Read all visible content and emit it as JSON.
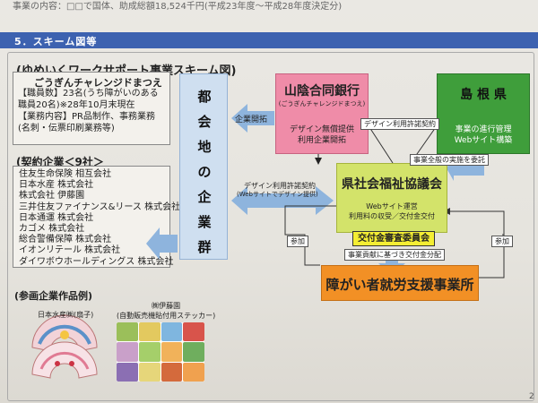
{
  "top_text": "事業の内容：□□で国体、助成総額18,524千円(平成23年度～平成28年度決定分)",
  "section": {
    "title": "5．スキーム図等"
  },
  "scheme_title": "(ゆめいくワークサポート事業スキーム図)",
  "office_info": {
    "name": "ごうぎんチャレンジドまつえ",
    "text": "【職員数】23名(うち障がいのある職員20名)※28年10月末現在\n【業務内容】PR品制作、事務業務(名刺・伝票印刷業務等)"
  },
  "contract": {
    "title": "(契約企業＜9社＞",
    "companies": [
      "住友生命保険 相互会社",
      "日本水産 株式会社",
      "株式会社 伊藤園",
      "三井住友ファイナンス&リース 株式会社",
      "日本通運 株式会社",
      "カゴメ 株式会社",
      "総合警備保障 株式会社",
      "イオンリテール 株式会社",
      "ダイワボウホールディングス 株式会社"
    ]
  },
  "companies_group": {
    "chars": [
      "都",
      "会",
      "地",
      "の",
      "企",
      "業",
      "群"
    ]
  },
  "bank": {
    "title": "山陰合同銀行",
    "sub": "(ごうぎんチャレンジドまつえ)",
    "desc": "デザイン無償提供\n利用企業開拓"
  },
  "pref": {
    "title": "島 根 県",
    "desc": "事業の進行管理\nWebサイト構築"
  },
  "council": {
    "title": "県社会福祉協議会",
    "desc": "Webサイト運営\n利用料の収受／交付金交付"
  },
  "committee": {
    "label": "交付金審査委員会"
  },
  "office": {
    "title": "障がい者就労支援事業所"
  },
  "arrows": {
    "enterprise": "企業開拓",
    "design_contract": "デザイン利用許諾契約",
    "entrust": "事業全般の実施を委託",
    "participate_left": "参加",
    "participate_right": "参加",
    "grant": "事業貢献に基づき交付金分配",
    "design_contract2": "デザイン利用許諾契約",
    "design_contract2_sub": "(Webサイトでデザイン提供)"
  },
  "works": {
    "title": "(参画企業作品例)",
    "fan_caption": "日本水産㈱(扇子)",
    "sticker_company": "㈱伊藤園",
    "sticker_caption": "(自動販売機貼付用ステッカー)"
  },
  "colors": {
    "section_bar": "#3d62b0",
    "bank": "#ef8ca8",
    "pref": "#3f9e3b",
    "council": "#d3e36a",
    "committee": "#f4ee33",
    "office": "#f29025",
    "companies_group": "#cfdff0",
    "arrow_blue": "#8eb4dd"
  },
  "page_number": "2"
}
